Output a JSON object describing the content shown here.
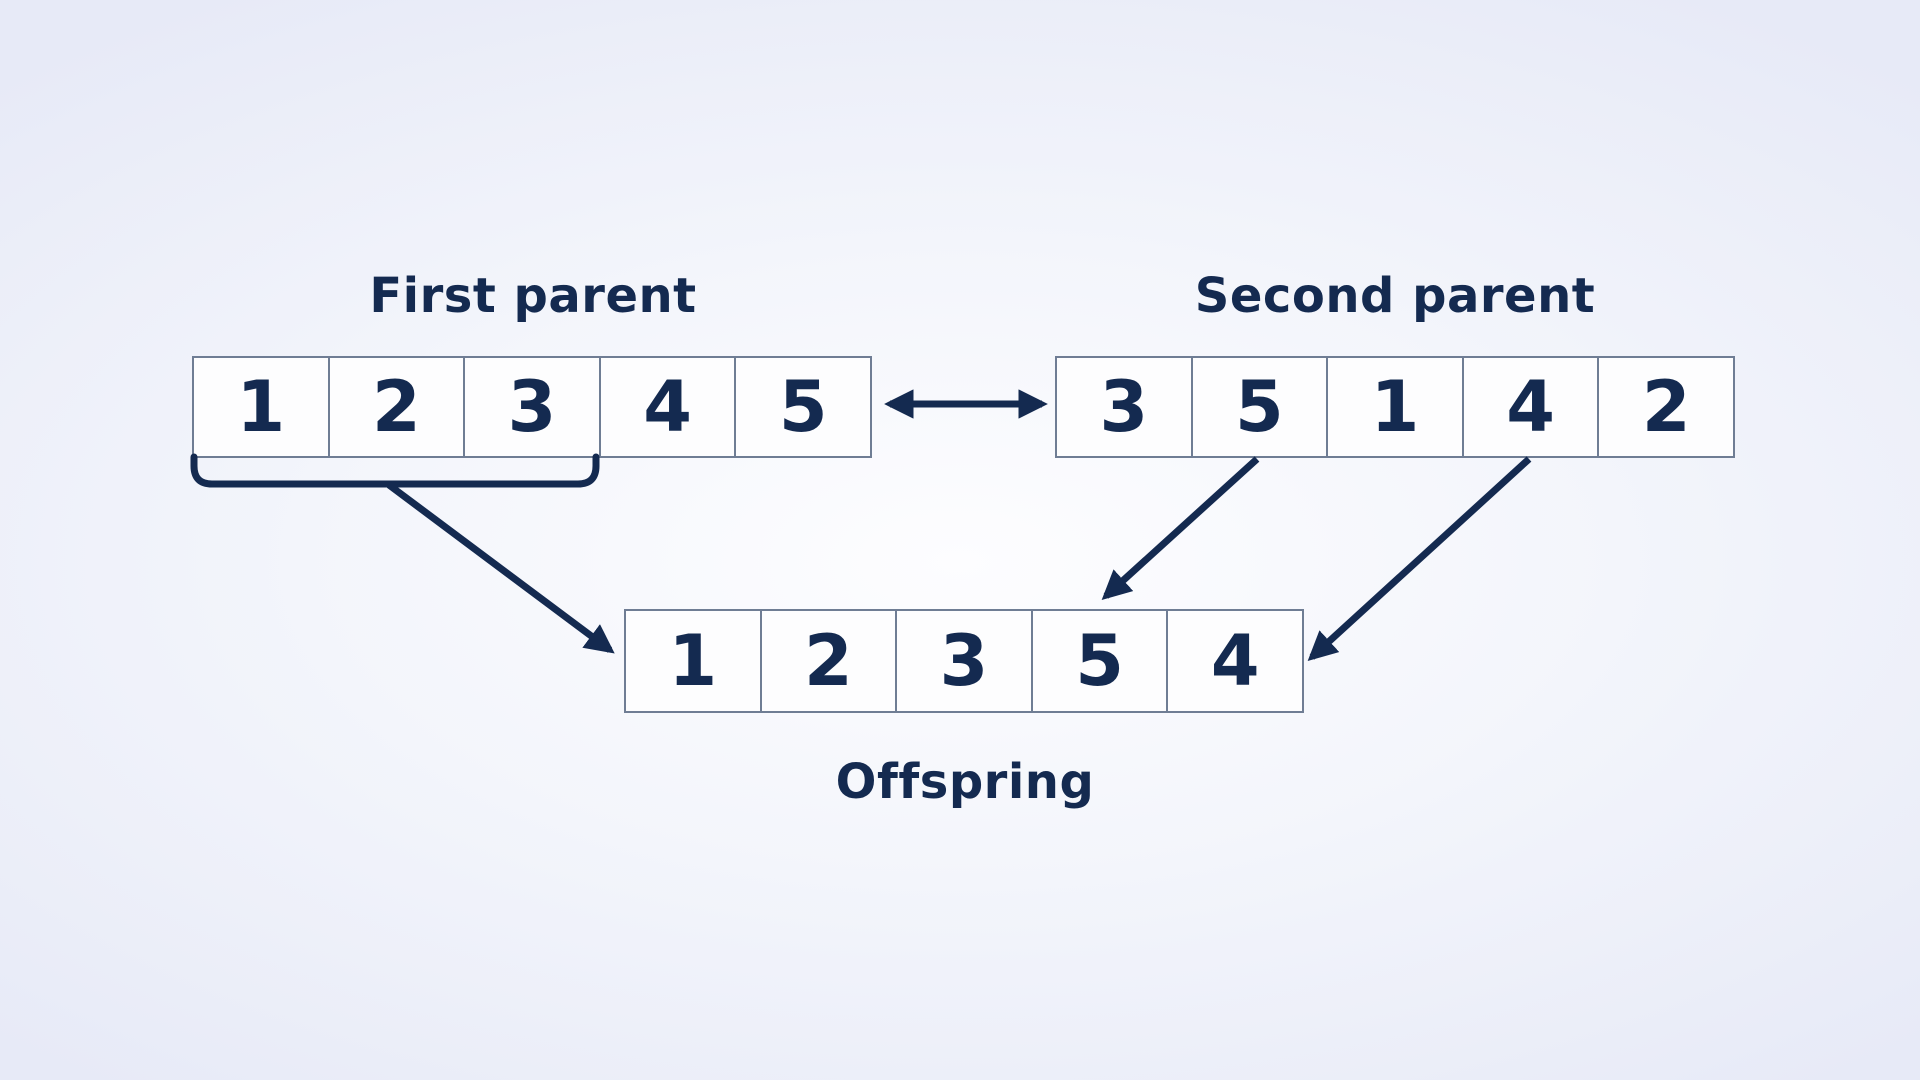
{
  "diagram": {
    "first_parent": {
      "label": "First parent",
      "values": [
        "1",
        "2",
        "3",
        "4",
        "5"
      ]
    },
    "second_parent": {
      "label": "Second parent",
      "values": [
        "3",
        "5",
        "1",
        "4",
        "2"
      ]
    },
    "offspring": {
      "label": "Offspring",
      "values": [
        "1",
        "2",
        "3",
        "5",
        "4"
      ]
    },
    "crossover": {
      "copied_segment_from_first_parent": [
        "1",
        "2",
        "3"
      ],
      "genes_taken_from_second_parent": [
        "5",
        "4"
      ]
    }
  },
  "colors": {
    "navy": "#142a50",
    "cell-border": "#6f7d94",
    "cell-bg": "#fdfdfe",
    "bg-center": "#fdfdff",
    "bg-mid": "#f3f5fb",
    "bg-edge": "#e7eaf7"
  }
}
